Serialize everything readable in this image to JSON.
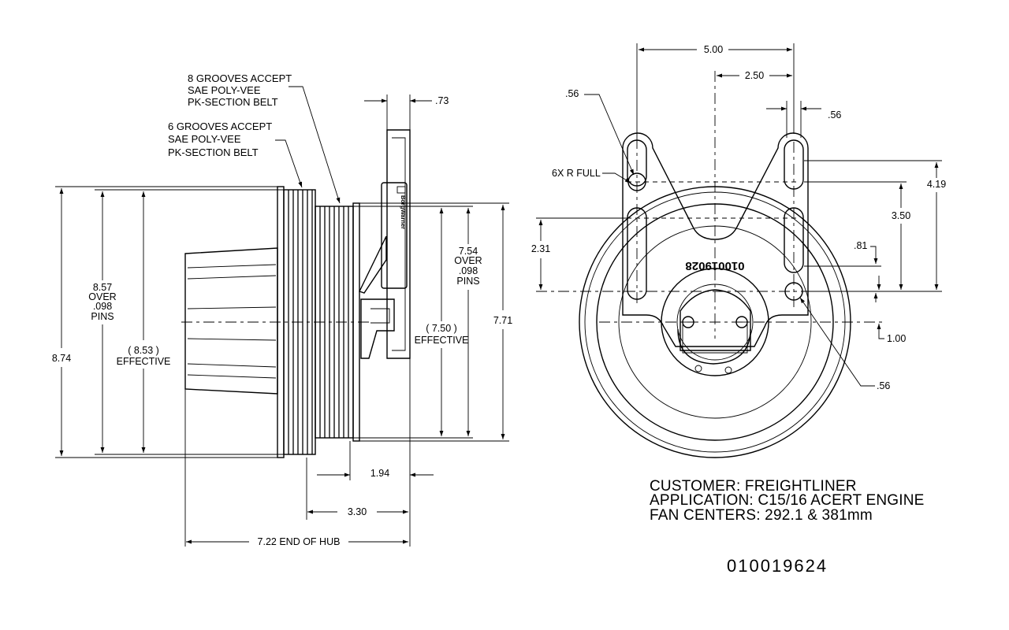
{
  "title_block": {
    "customer": "CUSTOMER:  FREIGHTLINER",
    "application": "APPLICATION:   C15/16 ACERT ENGINE",
    "fan_centers": "FAN CENTERS:  292.1 & 381mm",
    "part_number": "010019624"
  },
  "side_view": {
    "note_8_grooves": [
      "8 GROOVES ACCEPT",
      "SAE  POLY-VEE",
      "PK-SECTION BELT"
    ],
    "note_6_grooves": [
      "6 GROOVES ACCEPT",
      "SAE  POLY-VEE",
      "PK-SECTION BELT"
    ],
    "dim_073": ".73",
    "dim_874": "8.74",
    "dim_857": [
      "8.57",
      "OVER",
      ".098",
      "PINS"
    ],
    "dim_853": [
      "( 8.53 )",
      "EFFECTIVE"
    ],
    "dim_754": [
      "7.54",
      "OVER",
      ".098",
      "PINS"
    ],
    "dim_750": [
      "( 7.50 )",
      "EFFECTIVE"
    ],
    "dim_771": "7.71",
    "dim_194": "1.94",
    "dim_330": "3.30",
    "dim_722": "7.22 END OF HUB",
    "brand_label": "BorgWarner"
  },
  "front_view": {
    "dim_500": "5.00",
    "dim_250": "2.50",
    "dim_056_top_left": ".56",
    "dim_056_top_right": ".56",
    "dim_6x": "6X R FULL",
    "dim_419": "4.19",
    "dim_350": "3.50",
    "dim_231": "2.31",
    "dim_081": ".81",
    "dim_100": "1.00",
    "dim_056_bottom": ".56",
    "stamp": "010019028"
  }
}
